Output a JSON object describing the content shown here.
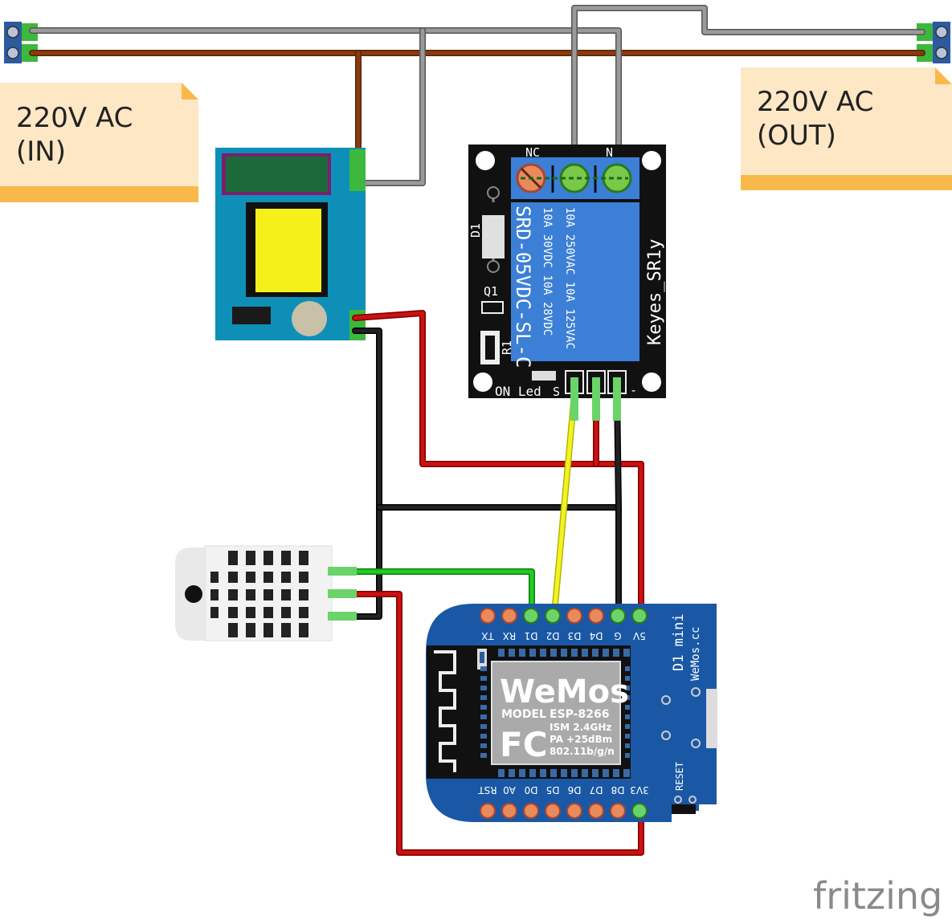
{
  "notes": {
    "in_line1": "220V AC",
    "in_line2": "(IN)",
    "out_line1": "220V AC",
    "out_line2": "(OUT)"
  },
  "relay": {
    "nc": "NC",
    "no": "N",
    "d1": "D1",
    "q1": "Q1",
    "r1": "R1",
    "model": "SRD-05VDC-SL-C",
    "rating_line1": "10A 250VAC  10A 125VAC",
    "rating_line2": "10A  30VDC  10A  28VDC",
    "brand": "Keyes_SR1y",
    "on_led": "ON_Led",
    "pin_s": "S",
    "pin_minus": "-"
  },
  "wemos": {
    "top_pins": [
      "TX",
      "RX",
      "D1",
      "D2",
      "D3",
      "D4",
      "G",
      "5V"
    ],
    "bottom_pins": [
      "RST",
      "A0",
      "D0",
      "D5",
      "D6",
      "D7",
      "D8",
      "3V3"
    ],
    "board_name": "D1 mini",
    "board_site": "WeMos.cc",
    "reset": "RESET",
    "logo": "WeMos",
    "model_label": "MODEL",
    "model_value": "ESP-8266",
    "ism": "ISM 2.4GHz",
    "pa": "PA +25dBm",
    "wifi": "802.11b/g/n",
    "fc": "FC"
  },
  "watermark": "fritzing",
  "colors": {
    "wire_live": "#8b3a0e",
    "wire_neutral": "#8c8c8c",
    "wire_power": "#cc1111",
    "wire_ground": "#111111",
    "wire_signal": "#22bb22",
    "wire_relay_signal": "#eeee22",
    "note_fill": "#fde7c4",
    "note_band": "#f8b94a",
    "psu_board": "#0e8fb8",
    "relay_pcb": "#111111",
    "relay_body": "#3b7fd6",
    "wemos_board": "#1a58a6"
  }
}
